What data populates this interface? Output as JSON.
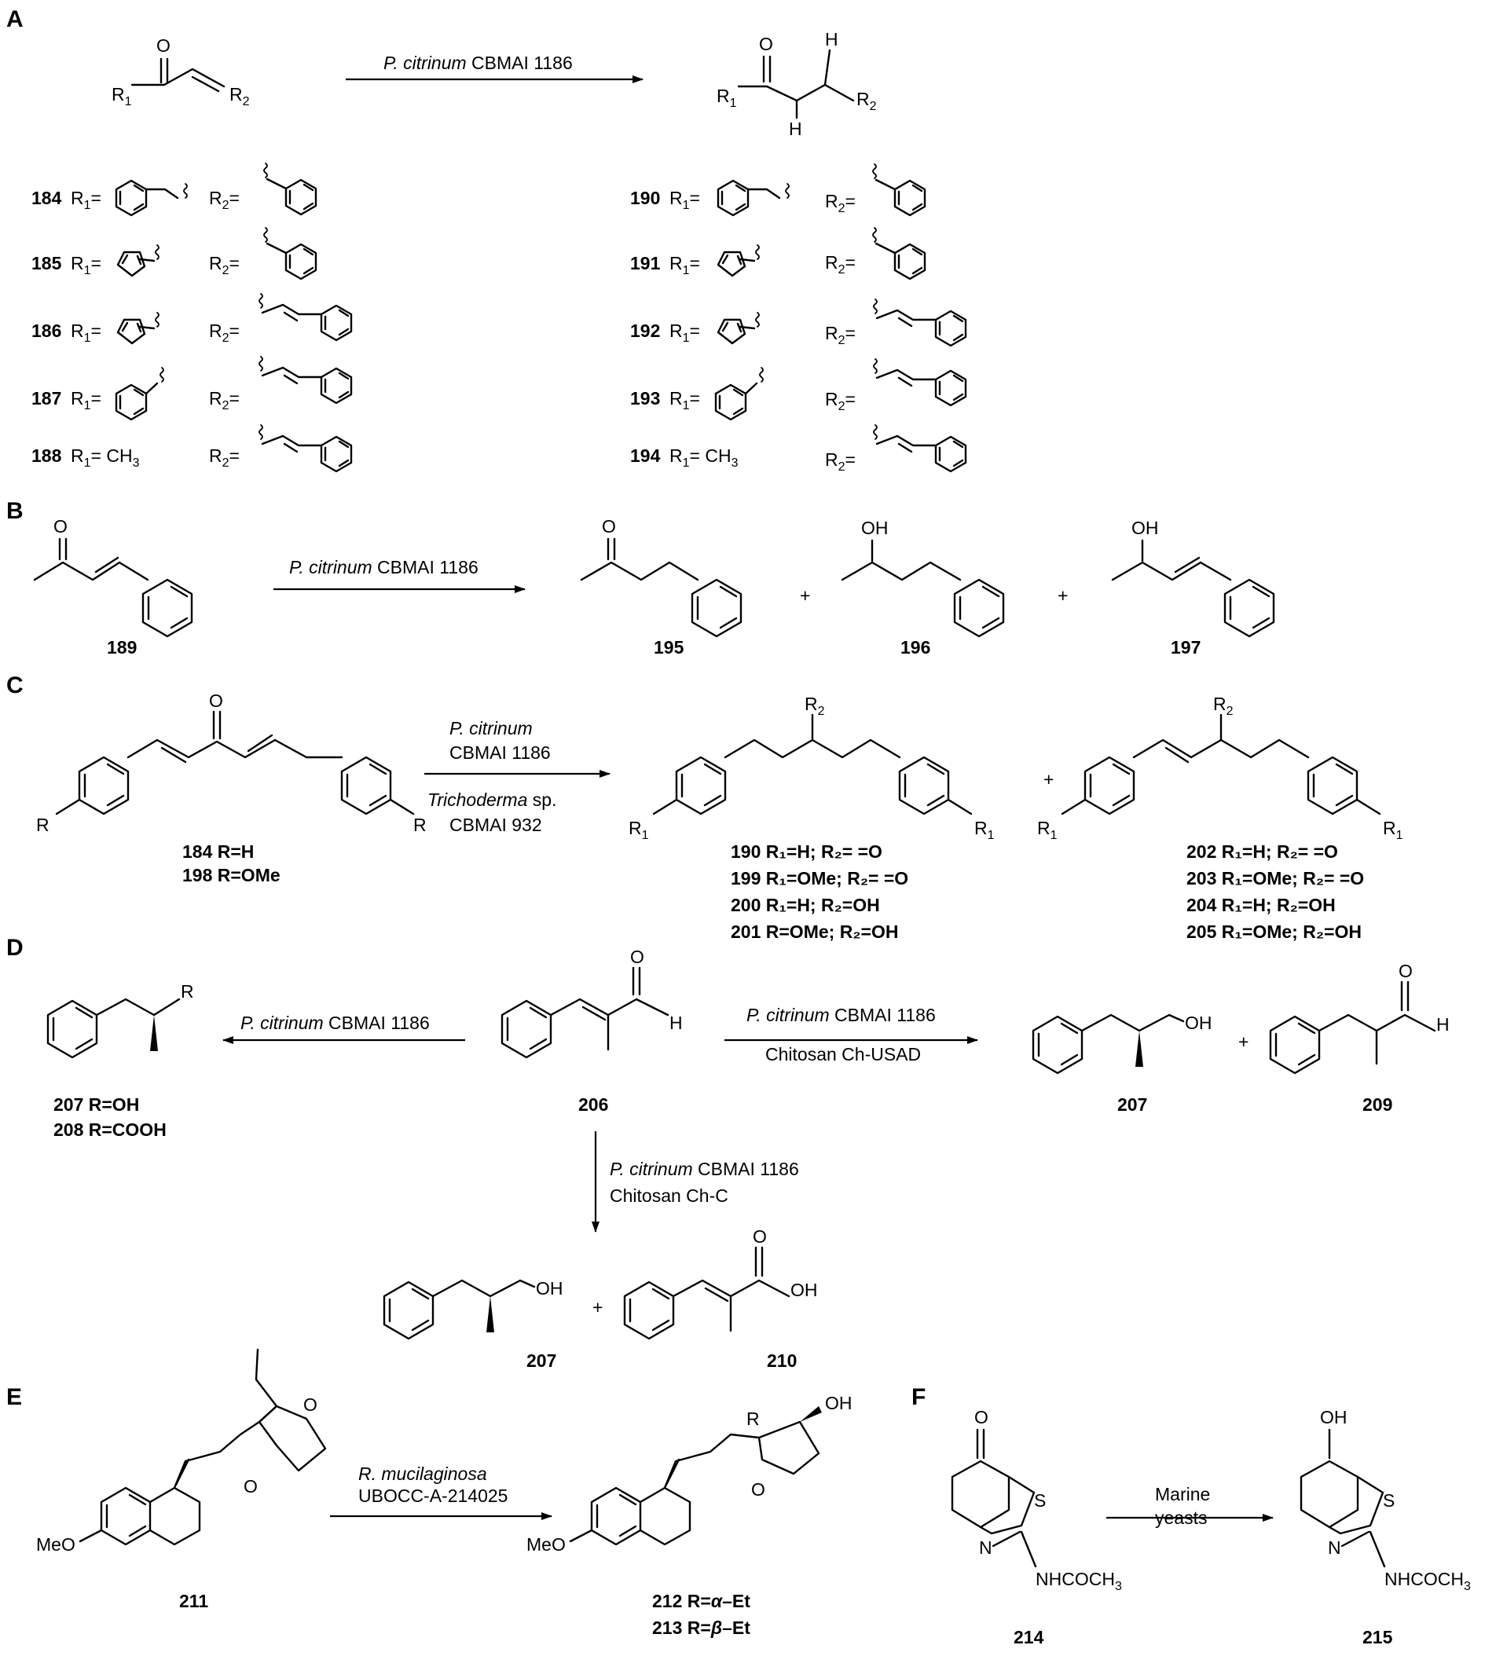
{
  "panels": [
    "A",
    "B",
    "C",
    "D",
    "E",
    "F"
  ],
  "reagents": {
    "A": [
      "P. citrinum",
      " CBMAI 1186"
    ],
    "B": [
      "P. citrinum",
      " CBMAI 1186"
    ],
    "C_line1": "P. citrinum",
    "C_line2": "CBMAI 1186",
    "C_line3a": "Trichoderma",
    "C_line3b": " sp.",
    "C_line4": "CBMAI 932",
    "D_left": [
      "P. citrinum",
      " CBMAI 1186"
    ],
    "D_right": [
      "P. citrinum",
      " CBMAI 1186"
    ],
    "D_right_2": "Chitosan Ch-USAD",
    "D_down": [
      "P. citrinum",
      " CBMAI 1186"
    ],
    "D_down_2": "Chitosan Ch-C",
    "E_line1": "R. mucilaginosa",
    "E_line2": "UBOCC-A-214025",
    "F_line1": "Marine",
    "F_line2": "yeasts"
  },
  "panelA": {
    "left_ids": [
      "184",
      "185",
      "186",
      "187",
      "188"
    ],
    "right_ids": [
      "190",
      "191",
      "192",
      "193",
      "194"
    ],
    "r1_label": "R",
    "r1_sub": "1",
    "r1_eq": "=",
    "r2_label": "R",
    "r2_sub": "2",
    "r2_eq": "=",
    "ch3_text": "CH",
    "ch3_sub": "3"
  },
  "panelB": {
    "ids": [
      "189",
      "195",
      "196",
      "197"
    ],
    "plus": "+"
  },
  "panelC": {
    "sub_left": [
      [
        "184",
        " R=H"
      ],
      [
        "198",
        " R=OMe"
      ]
    ],
    "sub_mid": [
      "190",
      "199",
      "200",
      "201"
    ],
    "sub_right": [
      "202",
      "203",
      "204",
      "205"
    ],
    "mid_rest": [
      " R₁=H; R₂= =O",
      " R₁=OMe; R₂= =O",
      " R₁=H; R₂=OH",
      " R=OMe; R₂=OH"
    ],
    "right_rest": [
      " R₁=H; R₂= =O",
      " R₁=OMe; R₂= =O",
      " R₁=H; R₂=OH",
      " R₁=OMe; R₂=OH"
    ]
  },
  "panelD": {
    "ids": [
      "206",
      "207",
      "209",
      "210"
    ],
    "left_labels": [
      [
        "207",
        " R=OH"
      ],
      [
        "208",
        " R=COOH"
      ]
    ]
  },
  "panelE": {
    "ids": [
      "211"
    ],
    "products": [
      [
        "212",
        " R=",
        "α",
        "–Et"
      ],
      [
        "213",
        " R=",
        "β",
        "–Et"
      ]
    ]
  },
  "panelF": {
    "ids": [
      "214",
      "215"
    ]
  },
  "atoms": {
    "O": "O",
    "H": "H",
    "OH": "OH",
    "R": "R",
    "S": "S",
    "N": "N",
    "MeO": "MeO",
    "NHCOCH": "NHCOCH",
    "sub3": "3"
  }
}
